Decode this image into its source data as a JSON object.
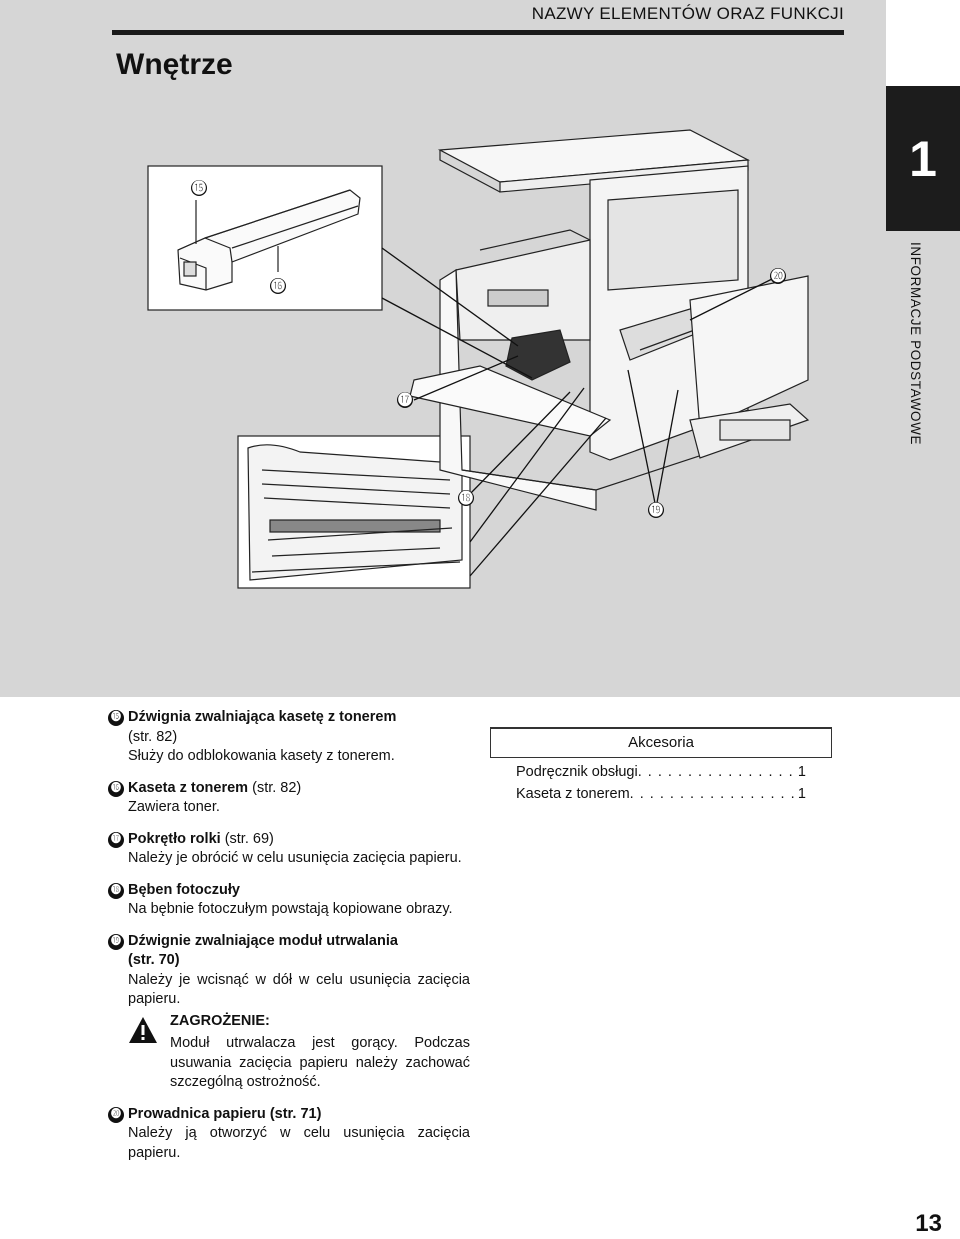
{
  "header": {
    "title": "NAZWY ELEMENTÓW ORAZ FUNKCJI"
  },
  "section": {
    "title": "Wnętrze"
  },
  "chapter_tab": {
    "number": "1",
    "label": "INFORMACJE PODSTAWOWE"
  },
  "callouts": [
    "⓯",
    "⓰",
    "⓱",
    "⓲",
    "⓳",
    "⓴"
  ],
  "items": [
    {
      "num": "⓯",
      "title": "Dźwignia zwalniająca kasetę z tonerem",
      "ref": "(str. 82)",
      "body": "Służy do odblokowania kasety z tonerem."
    },
    {
      "num": "⓰",
      "title": "Kaseta z tonerem",
      "ref": "(str. 82)",
      "body": "Zawiera toner."
    },
    {
      "num": "⓱",
      "title": "Pokrętło rolki",
      "ref": "(str. 69)",
      "body": "Należy je obrócić w celu usunięcia zacięcia papieru."
    },
    {
      "num": "⓲",
      "title": "Bęben fotoczuły",
      "ref": "",
      "body": "Na bębnie fotoczułym powstają kopiowane obrazy."
    },
    {
      "num": "⓳",
      "title": "Dźwignie zwalniające moduł utrwalania",
      "ref": "(str. 70)",
      "body": "Należy je wcisnąć w dół w celu usunięcia zacięcia papieru."
    },
    {
      "num": "⓴",
      "title": "Prowadnica papieru",
      "ref": "(str. 71)",
      "body": "Należy ją otworzyć w celu usunięcia zacięcia papieru."
    }
  ],
  "warning": {
    "title": "ZAGROŻENIE:",
    "text": "Moduł utrwalacza jest gorący. Podczas usuwania zacięcia papieru należy zachować szczególną ostrożność."
  },
  "accessories": {
    "title": "Akcesoria",
    "rows": [
      {
        "label": "Podręcznik obsługi",
        "qty": "1"
      },
      {
        "label": "Kaseta z tonerem",
        "qty": "1"
      }
    ]
  },
  "page_number": "13"
}
